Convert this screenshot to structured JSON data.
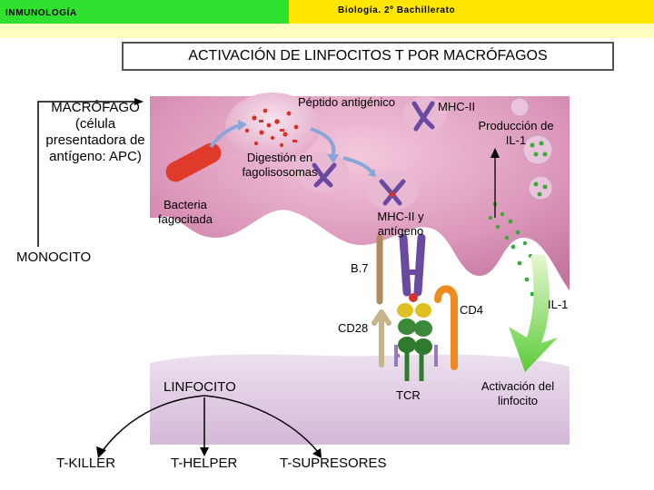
{
  "header": {
    "left_text": "INMUNOLOGÍA",
    "right_text": "Biología. 2º Bachillerato"
  },
  "title": "ACTIVACIÓN DE LINFOCITOS T POR MACRÓFAGOS",
  "labels": {
    "macrofago": "MACRÓFAGO (célula presentadora de antígeno: APC)",
    "monocito": "MONOCITO",
    "peptido": "Péptido antigénico",
    "mhc2": "MHC-II",
    "produccion": "Producción de IL-1",
    "digestion": "Digestión en fagolisosomas",
    "bacteria": "Bacteria fagocitada",
    "mhc_antigeno": "MHC-II y antígeno",
    "b7": "B.7",
    "cd4": "CD4",
    "il1": "IL-1",
    "cd28": "CD28",
    "linfocito": "LINFOCITO",
    "tcr": "TCR",
    "activacion": "Activación del linfocito",
    "t_killer": "T-KILLER",
    "t_helper": "T-HELPER",
    "t_supresores": "T-SUPRESORES"
  },
  "colors": {
    "header_green": "#2fe02f",
    "header_yellow": "#ffe600",
    "header_strip": "#ffffc0",
    "macrophage": "#d78fb1",
    "lymphocyte": "#d9b9dc",
    "mhc": "#6a4aa0",
    "bacteria": "#e03a2a",
    "il1_dots": "#3ca83c"
  }
}
